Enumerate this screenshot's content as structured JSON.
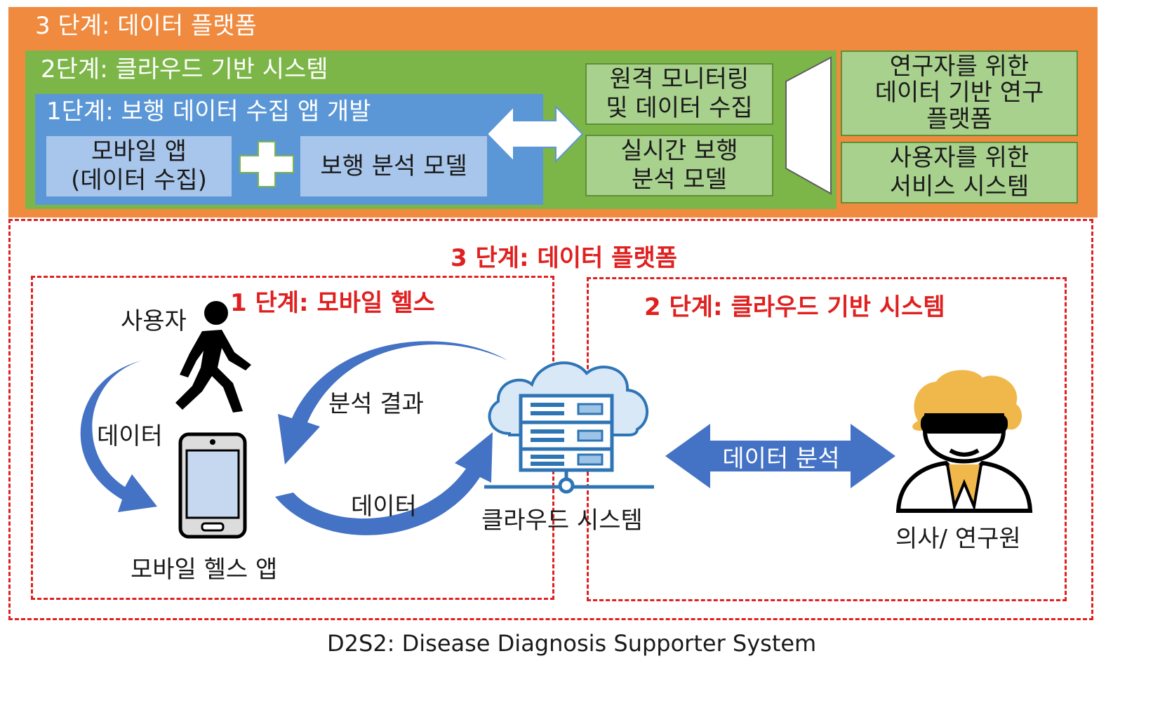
{
  "top": {
    "stage3_title": "3 단계: 데이터 플랫폼",
    "stage2_title": "2단계: 클라우드 기반 시스템",
    "stage1_title": "1단계: 보행 데이터 수집 앱 개발",
    "mobile_app_line1": "모바일 앱",
    "mobile_app_line2": "(데이터 수집)",
    "gait_model": "보행 분석 모델",
    "remote_line1": "원격 모니터링",
    "remote_line2": "및 데이터 수집",
    "realtime_line1": "실시간 보행",
    "realtime_line2": "분석 모델",
    "research_line1": "연구자를 위한",
    "research_line2": "데이터 기반 연구",
    "research_line3": "플랫폼",
    "service_line1": "사용자를 위한",
    "service_line2": "서비스 시스템"
  },
  "bottom": {
    "stage3_label": "3 단계: 데이터 플랫폼",
    "stage1_label": "1 단계: 모바일 헬스",
    "stage2_label": "2 단계: 클라우드 기반 시스템",
    "user": "사용자",
    "data_left": "데이터",
    "mobile_health_app": "모바일 헬스 앱",
    "analysis_result": "분석 결과",
    "data_middle": "데이터",
    "cloud_system": "클라우드 시스템",
    "data_analysis": "데이터 분석",
    "doctor_researcher": "의사/ 연구원"
  },
  "caption": "D2S2: Disease Diagnosis Supporter System",
  "icons": [
    "walking-person-icon",
    "smartphone-icon",
    "cloud-server-icon",
    "researcher-icon",
    "plus-icon",
    "double-arrow-icon"
  ],
  "colors": {
    "orange": "#ef8a3e",
    "green": "#7db648",
    "blue": "#5b97d6",
    "light_blue": "#a8c6eb",
    "light_green": "#a9d18e",
    "red": "#e02020",
    "arrow_blue": "#4472c4"
  }
}
